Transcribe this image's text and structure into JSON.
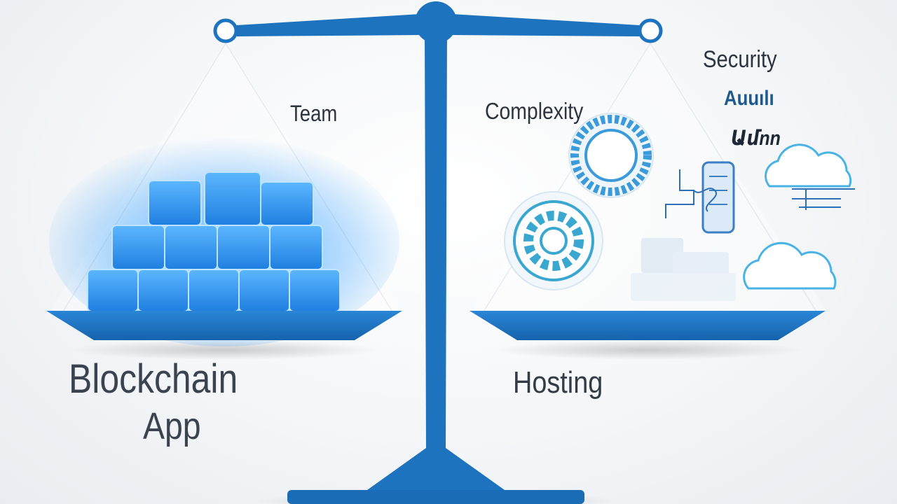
{
  "labels": {
    "team": "Team",
    "complexity": "Complexity",
    "security": "Security",
    "audit": "Auuılı",
    "mnn": "Ամnn",
    "blockchain": "Blockchain",
    "app": "App",
    "hosting": "Hosting"
  },
  "colors": {
    "scale_blue": "#1e73be",
    "scale_dark": "#175fa3",
    "cube_glow": "#3aa0ff",
    "text": "#2c3440",
    "background": "#f4f6f8"
  },
  "icons": [
    "gear-icon",
    "cloud-icon",
    "server-icon",
    "circuit-icon",
    "blockchain-cubes-icon"
  ]
}
